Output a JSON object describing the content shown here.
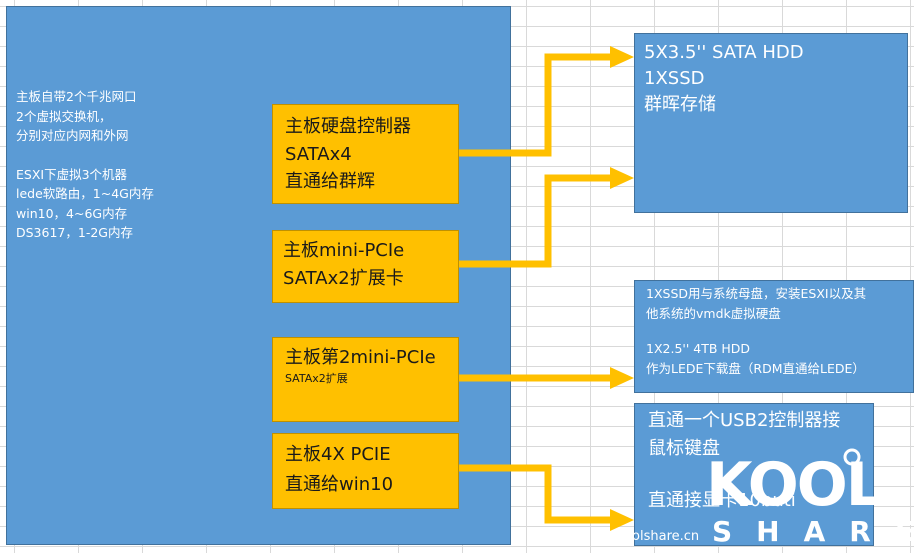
{
  "main_box": {
    "lines": [
      "主板自带2个千兆网口",
      "2个虚拟交换机，",
      "分别对应内网和外网"
    ],
    "esxi_lines": [
      "ESXI下虚拟3个机器",
      "lede软路由，1~4G内存",
      "win10，4~6G内存",
      "DS3617，1-2G内存"
    ]
  },
  "controllers": [
    {
      "lines": [
        "主板硬盘控制器",
        "SATAx4",
        "直通给群辉"
      ]
    },
    {
      "lines": [
        "主板mini-PCIe",
        "SATAx2扩展卡"
      ]
    },
    {
      "title": "主板第2mini-PCIe",
      "subtitle": "SATAx2扩展"
    },
    {
      "lines": [
        "主板4X PCIE",
        "直通给win10"
      ]
    }
  ],
  "targets": {
    "storage": [
      "5X3.5'' SATA HDD",
      "1XSSD",
      "群晖存储"
    ],
    "system_disk": [
      "1XSSD用与系统母盘，安装ESXI以及其",
      "他系统的vmdk虚拟硬盘"
    ],
    "download_disk": [
      "1X2.5'' 4TB HDD",
      "作为LEDE下载盘（RDM直通给LEDE）"
    ],
    "usb_passthrough": [
      "直通一个USB2控制器接",
      "鼠标键盘"
    ],
    "usb_partial": "直通接显卡10buti"
  },
  "watermark": {
    "logo": "KOOL",
    "sub": "SHARE",
    "url": "koolshare.cn"
  },
  "colors": {
    "blue_box": "#5b9bd5",
    "orange_box": "#ffc000",
    "grid": "#d9d9d9",
    "text_white": "#ffffff"
  }
}
